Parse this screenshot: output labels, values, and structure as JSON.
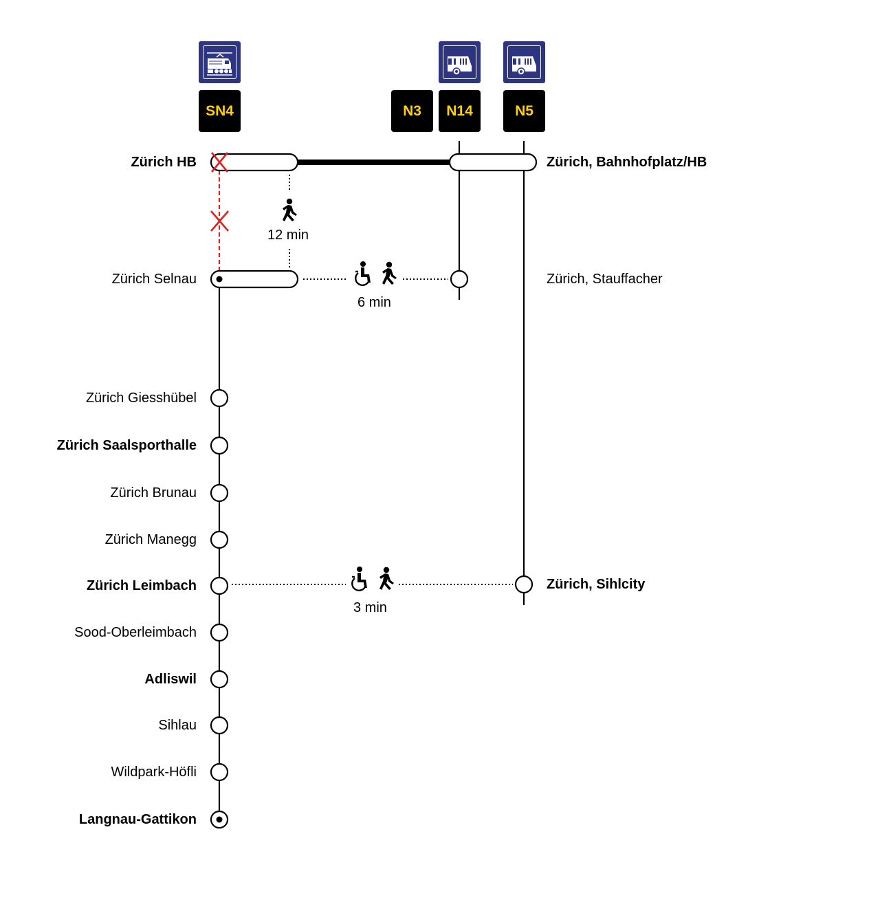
{
  "lines": [
    {
      "id": "SN4",
      "label": "SN4",
      "mode": "train-icon"
    },
    {
      "id": "N3",
      "label": "N3",
      "mode": null
    },
    {
      "id": "N14",
      "label": "N14",
      "mode": "bus-icon"
    },
    {
      "id": "N5",
      "label": "N5",
      "mode": "bus-icon"
    }
  ],
  "colors": {
    "mode_bg": "#2d3480",
    "badge_bg": "#000000",
    "badge_text": "#ffd100",
    "disruption": "#e02020"
  },
  "stations_left": [
    {
      "name": "Zürich HB",
      "bold": true
    },
    {
      "name": "Zürich Selnau",
      "bold": false
    },
    {
      "name": "Zürich Giesshübel",
      "bold": false
    },
    {
      "name": "Zürich Saalsporthalle",
      "bold": true
    },
    {
      "name": "Zürich Brunau",
      "bold": false
    },
    {
      "name": "Zürich Manegg",
      "bold": false
    },
    {
      "name": "Zürich Leimbach",
      "bold": true
    },
    {
      "name": "Sood-Oberleimbach",
      "bold": false
    },
    {
      "name": "Adliswil",
      "bold": true
    },
    {
      "name": "Sihlau",
      "bold": false
    },
    {
      "name": "Wildpark-Höfli",
      "bold": false
    },
    {
      "name": "Langnau-Gattikon",
      "bold": true
    }
  ],
  "stations_right": [
    {
      "name": "Zürich, Bahnhofplatz/HB",
      "bold": true
    },
    {
      "name": "Zürich, Stauffacher",
      "bold": false
    },
    {
      "name": "Zürich, Sihlcity",
      "bold": true
    }
  ],
  "transfers": [
    {
      "from": "Zürich HB",
      "to": "Zürich Selnau",
      "duration": "12 min",
      "icons": [
        "walking-icon"
      ]
    },
    {
      "from": "Zürich Selnau",
      "to": "Zürich, Stauffacher",
      "duration": "6 min",
      "icons": [
        "wheelchair-icon",
        "walking-icon"
      ]
    },
    {
      "from": "Zürich Leimbach",
      "to": "Zürich, Sihlcity",
      "duration": "3 min",
      "icons": [
        "wheelchair-icon",
        "walking-icon"
      ]
    }
  ],
  "disruption": {
    "between": [
      "Zürich HB",
      "Zürich Selnau"
    ],
    "line": "SN4"
  }
}
